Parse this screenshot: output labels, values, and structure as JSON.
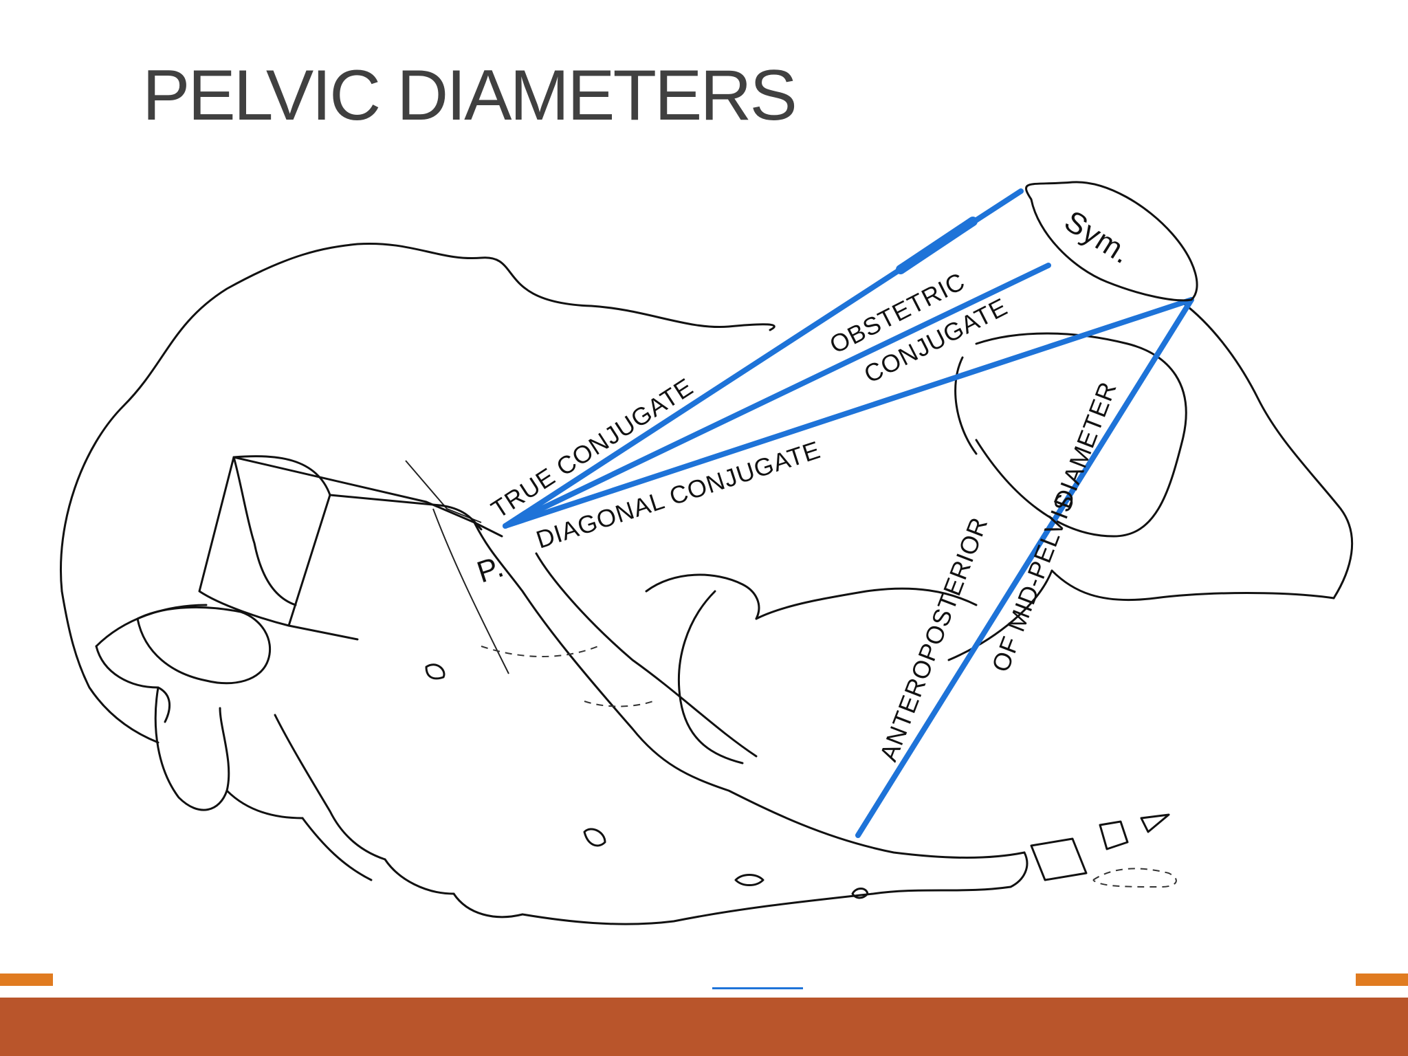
{
  "slide": {
    "title": "PELVIC DIAMETERS"
  },
  "diagram": {
    "labels": {
      "symphysis": "Sym.",
      "promontory": "P.",
      "true_conjugate": "TRUE CONJUGATE",
      "obstetric": "OBSTETRIC",
      "conjugate": "CONJUGATE",
      "diagonal_conjugate": "DIAGONAL CONJUGATE",
      "diameter": "DIAMETER",
      "anteroposterior": "ANTEROPOSTERIOR",
      "of_mid_pelvis": "OF MID-PELVIS"
    }
  },
  "colors": {
    "measure_line": "#1e73d8",
    "bar_orange": "#e07b20",
    "bar_rust": "#b9552b",
    "title_text": "#404040"
  }
}
